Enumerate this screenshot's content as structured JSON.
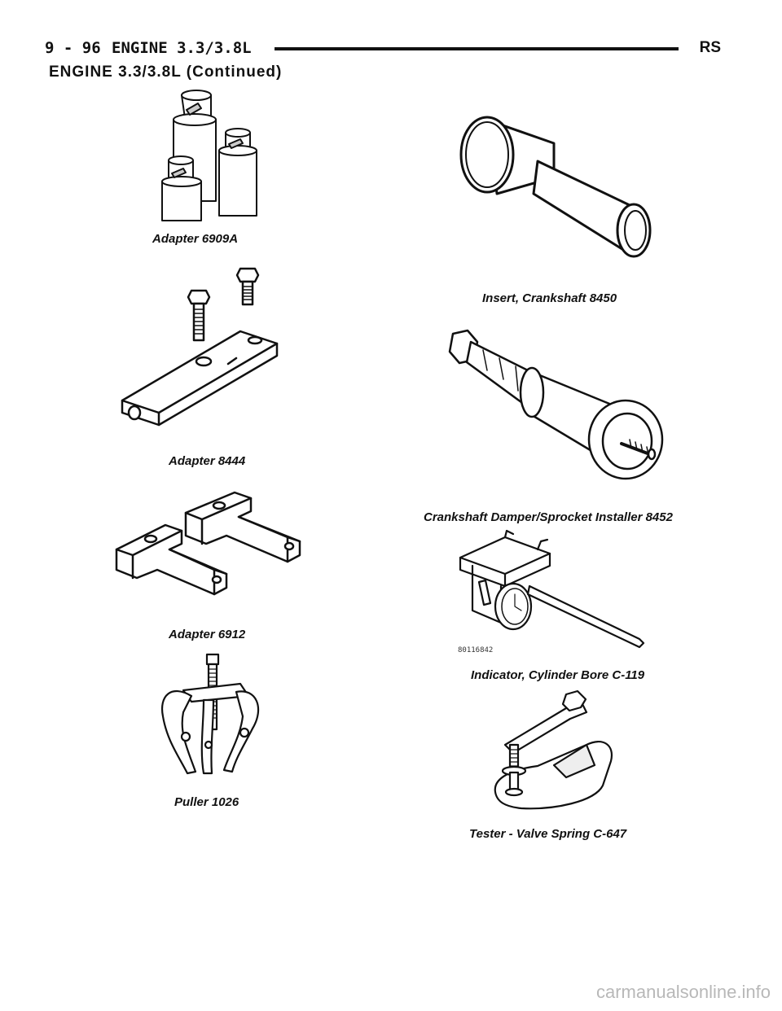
{
  "header": {
    "page_number": "9 - 96",
    "section": "ENGINE 3.3/3.8L",
    "code": "RS"
  },
  "subheader": "ENGINE 3.3/3.8L (Continued)",
  "figures": {
    "adapter_6909a": {
      "caption": "Adapter 6909A",
      "icon": "adapter-6909a-illustration"
    },
    "insert_crankshaft": {
      "caption": "Insert, Crankshaft 8450",
      "icon": "crankshaft-insert-illustration"
    },
    "adapter_8444": {
      "caption": "Adapter 8444",
      "icon": "adapter-8444-illustration"
    },
    "damper_installer": {
      "caption": "Crankshaft Damper/Sprocket Installer 8452",
      "icon": "damper-installer-illustration"
    },
    "adapter_6912": {
      "caption": "Adapter 6912",
      "icon": "adapter-6912-illustration"
    },
    "indicator": {
      "caption": "Indicator, Cylinder Bore C-119",
      "figure_code": "80116842",
      "icon": "bore-indicator-illustration"
    },
    "puller": {
      "caption": "Puller 1026",
      "icon": "puller-illustration"
    },
    "tester": {
      "caption": "Tester - Valve Spring C-647",
      "icon": "valve-spring-tester-illustration"
    }
  },
  "watermark": "carmanualsonline.info"
}
